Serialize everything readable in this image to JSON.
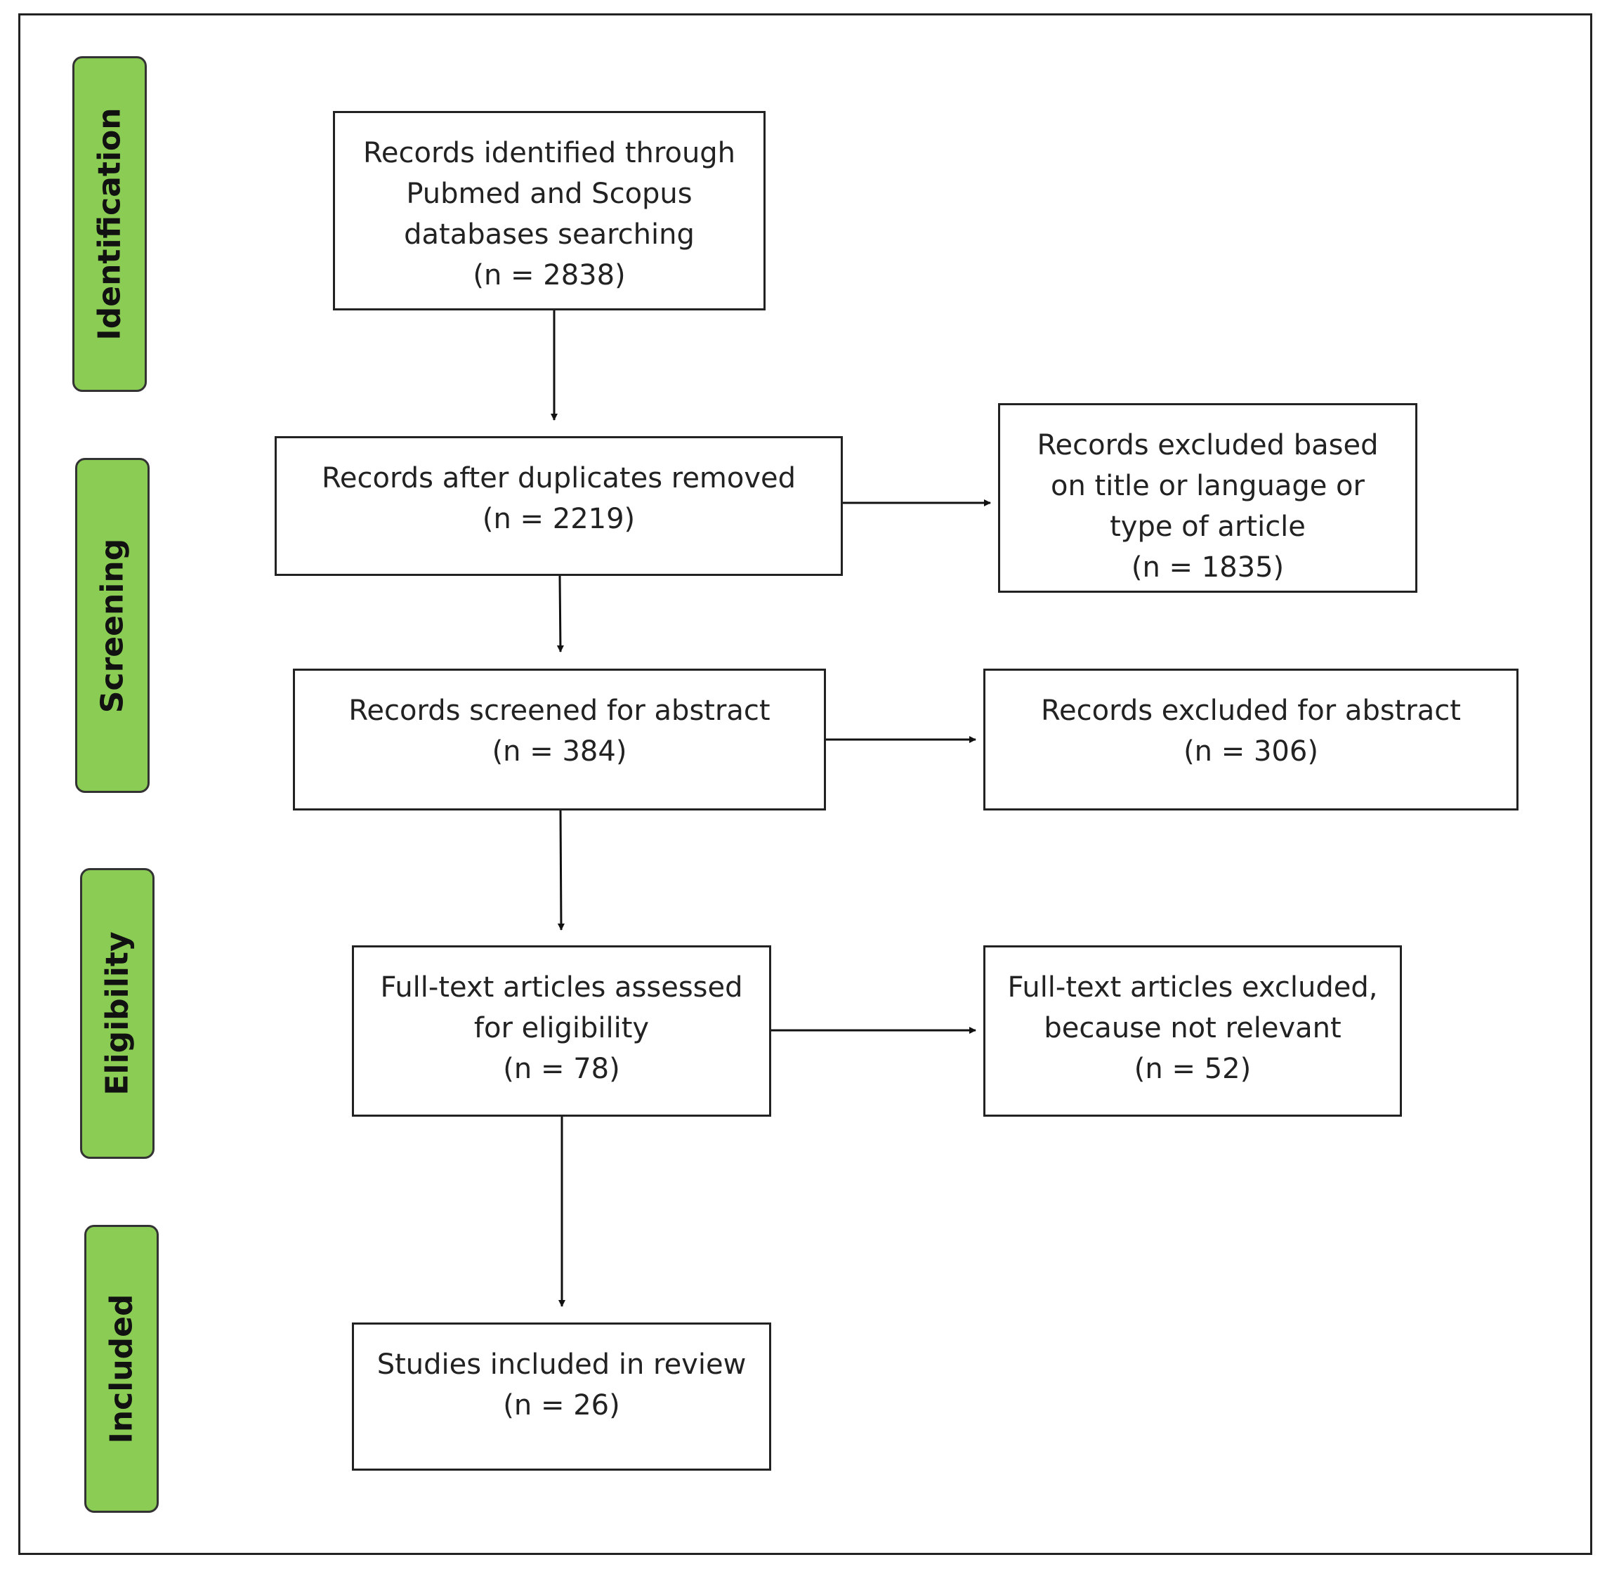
{
  "stages": {
    "identification": "Identification",
    "screening": "Screening",
    "eligibility": "Eligibility",
    "included": "Included"
  },
  "boxes": {
    "identified": {
      "lines": [
        "Records identified through",
        "Pubmed and Scopus",
        "databases searching",
        "(n = 2838)"
      ]
    },
    "after_duplicates": {
      "lines": [
        "Records after duplicates removed",
        "(n = 2219)"
      ]
    },
    "excluded_title": {
      "lines": [
        "Records excluded based",
        "on title or language or",
        "type of article",
        "(n = 1835)"
      ]
    },
    "screened_abstract": {
      "lines": [
        "Records screened for abstract",
        "(n = 384)"
      ]
    },
    "excluded_abstract": {
      "lines": [
        "Records excluded for abstract",
        "(n = 306)"
      ]
    },
    "fulltext_assessed": {
      "lines": [
        "Full-text articles assessed",
        "for eligibility",
        "(n = 78)"
      ]
    },
    "fulltext_excluded": {
      "lines": [
        "Full-text articles excluded,",
        "because not relevant",
        "(n = 52)"
      ]
    },
    "included": {
      "lines": [
        "Studies included in review",
        "(n = 26)"
      ]
    }
  },
  "colors": {
    "stage_fill": "#8bcc55",
    "border": "#222222"
  }
}
